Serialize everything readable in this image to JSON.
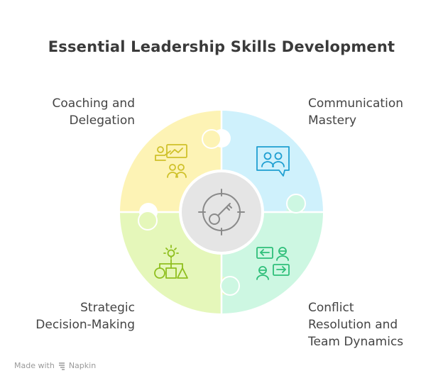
{
  "title": "Essential Leadership Skills Development",
  "segments": [
    {
      "id": "tl",
      "lines": [
        "Coaching and",
        "Delegation"
      ],
      "icon": "presentation-team-icon",
      "color": "#fdf3b5"
    },
    {
      "id": "tr",
      "lines": [
        "Communication",
        "Mastery"
      ],
      "icon": "chat-people-icon",
      "color": "#cff1fc"
    },
    {
      "id": "bl",
      "lines": [
        "Strategic",
        "Decision-Making"
      ],
      "icon": "decision-tree-icon",
      "color": "#e5f7ba"
    },
    {
      "id": "br",
      "lines": [
        "Conflict",
        "Resolution and",
        "Team Dynamics"
      ],
      "icon": "conflict-exchange-icon",
      "color": "#cdf7e2"
    }
  ],
  "center": {
    "icon": "target-key-icon",
    "color": "#e5e5e5"
  },
  "credit": {
    "made_with": "Made with",
    "brand": "Napkin"
  }
}
